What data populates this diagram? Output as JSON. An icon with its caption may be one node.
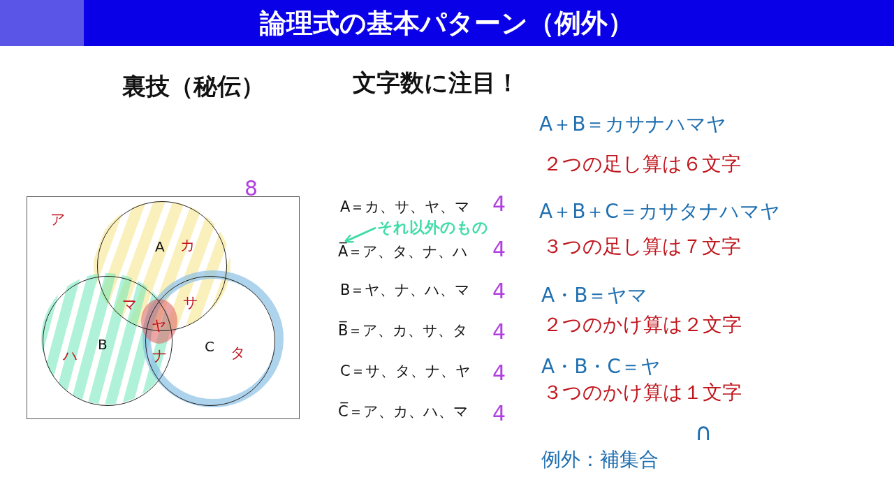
{
  "diagram": {
    "title": "論理式の基本パターン（例外）",
    "nodes": [
      {
        "text": [],
        "shape": "box"
      },
      {
        "text": [
          "A"
        ],
        "in": 0
      },
      {
        "text": [
          "B"
        ],
        "in": 0
      },
      {
        "text": [
          "C"
        ],
        "in": 0
      },
      {
        "text": [
          "それ以外のもの"
        ]
      },
      {
        "text": [
          "A̅＝ア、タ、ナ、ハ"
        ]
      }
    ],
    "edges": [
      {
        "from": 4,
        "to": 5,
        "arrow": "to"
      }
    ],
    "labels": [
      "裏技（秘伝）",
      "**文字数**に注目！",
      "A＋B＝カサナハマヤ",
      "２つの足し算は６文字",
      "8",
      "ア",
      "A＝カ、サ、ヤ、マ",
      "4",
      "A＋B＋C＝カサタナハマヤ",
      "カ",
      "３つの足し算は７文字",
      "4",
      "B＝ヤ、ナ、ハ、マ",
      "4",
      "A・B＝ヤマ",
      "マ",
      "サ",
      "ヤ",
      "２つのかけ算は２文字",
      "B̅＝ア、カ、サ、タ",
      "4",
      "ハ",
      "ナ",
      "タ",
      "A・B・C＝ヤ",
      "C＝サ、タ、ナ、ヤ",
      "4",
      "３つのかけ算は１文字",
      "C̅＝ア、カ、ハ、マ",
      "4",
      "∩",
      "例外：補集合"
    ]
  }
}
